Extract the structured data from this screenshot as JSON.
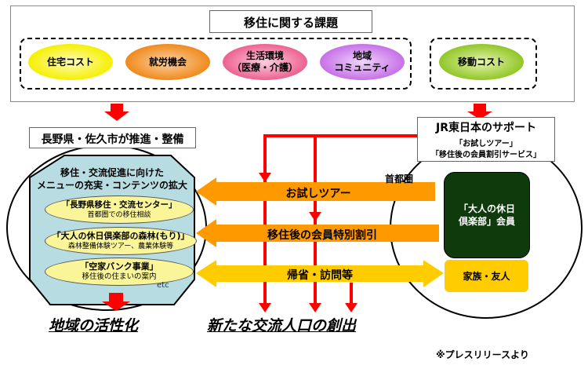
{
  "top": {
    "title": "移住に関する課題",
    "issues": [
      {
        "label": "住宅コスト",
        "color": "#f5f000"
      },
      {
        "label": "就労機会",
        "color": "#f08a1e"
      },
      {
        "label": "生活環境\n（医療・介護）",
        "color": "#ec5a8c"
      },
      {
        "label": "地域\nコミュニティ",
        "color": "#c46ae6"
      }
    ],
    "transport_issue": {
      "label": "移動コスト",
      "color": "#8cc31e"
    }
  },
  "left": {
    "promoter": "長野県・佐久市が推進・整備",
    "menu_title_1": "移住・交流促進に向けた",
    "menu_title_2": "メニューの充実・コンテンツの拡大",
    "programs": [
      {
        "name": "「長野県移住・交流センター」",
        "desc": "首都圏での移住相談"
      },
      {
        "name": "「大人の休日倶楽部の森林(もり)」",
        "desc": "森林整備体験ツアー、農業体験等"
      },
      {
        "name": "「空家バンク事業」",
        "desc": "移住後の住まいの案内"
      }
    ],
    "etc": "etc",
    "result": "地域の活性化"
  },
  "right": {
    "support_title": "JR東日本のサポート",
    "support_line1": "「お試しツアー」",
    "support_line2": "「移住後の会員割引サービス」",
    "region": "首都圏",
    "member": "「大人の休日\n倶楽部」会員",
    "family": "家族・友人"
  },
  "flows": {
    "trial_tour": "お試しツアー",
    "member_discount": "移住後の会員特別割引",
    "visits": "帰省・訪問等"
  },
  "center_result": "新たな交流人口の創出",
  "source_note": "※プレスリリースより",
  "colors": {
    "red": "#ff0000",
    "orange_arrow": "#ff9900",
    "yellow_arrow": "#ffcc00",
    "hexagon": "#b7dde3",
    "program_ellipse": "#fbf59a",
    "member_box": "#0f3a0c"
  }
}
